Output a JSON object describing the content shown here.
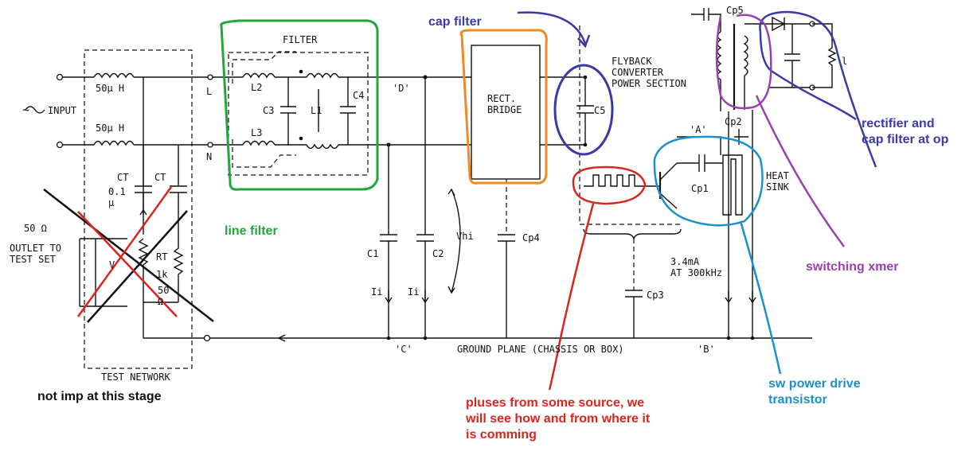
{
  "labels": {
    "filter": "FILTER",
    "input": "INPUT",
    "l_top": "50μ H",
    "l_bottom": "50μ H",
    "L": "L",
    "N": "N",
    "L2": "L2",
    "L3": "L3",
    "L1": "L1",
    "C3": "C3",
    "C4": "C4",
    "D": "'D'",
    "rect_bridge": "RECT.\nBRIDGE",
    "flyback": "FLYBACK\nCONVERTER\nPOWER SECTION",
    "C5": "C5",
    "Cp5": "Cp5",
    "Cp2": "Cp2",
    "A": "'A'",
    "Cp1": "Cp1",
    "heat_sink": "HEAT\nSINK",
    "rl": "l",
    "C1": "C1",
    "C2": "C2",
    "Vhi": "Vhi",
    "Cp4": "Cp4",
    "Ii_1": "Ii",
    "Ii_2": "Ii",
    "Cp3": "Cp3",
    "current": "3.4mA\nAT 300kHz",
    "CT1": "CT",
    "CT2": "CT",
    "ct_val": "0.1\nμ",
    "fifty_ohm": "50 Ω",
    "outlet": "OUTLET TO\nTEST SET",
    "V": "V",
    "RT": "RT",
    "1k": "1k",
    "fifty_r": "50\nΩ",
    "test_network": "TEST NETWORK",
    "C_node": "'C'",
    "ground_plane": "GROUND PLANE (CHASSIS OR BOX)",
    "B_node": "'B'"
  },
  "annotations": {
    "line_filter": "line filter",
    "cap_filter": "cap filter",
    "rectifier_cap": "rectifier and\ncap filter at op",
    "switching_xmer": "switching xmer",
    "sw_power": "sw power drive\ntransistor",
    "pulses": "pluses from some source, we\nwill see how and from where it\nis comming",
    "not_imp": "not imp at this stage"
  },
  "colors": {
    "green": "#22a83a",
    "orange": "#f08a24",
    "blue": "#3a3aa6",
    "purple": "#9a3fb0",
    "red": "#d8261f",
    "cyan": "#1b8fcf",
    "black": "#111111"
  }
}
